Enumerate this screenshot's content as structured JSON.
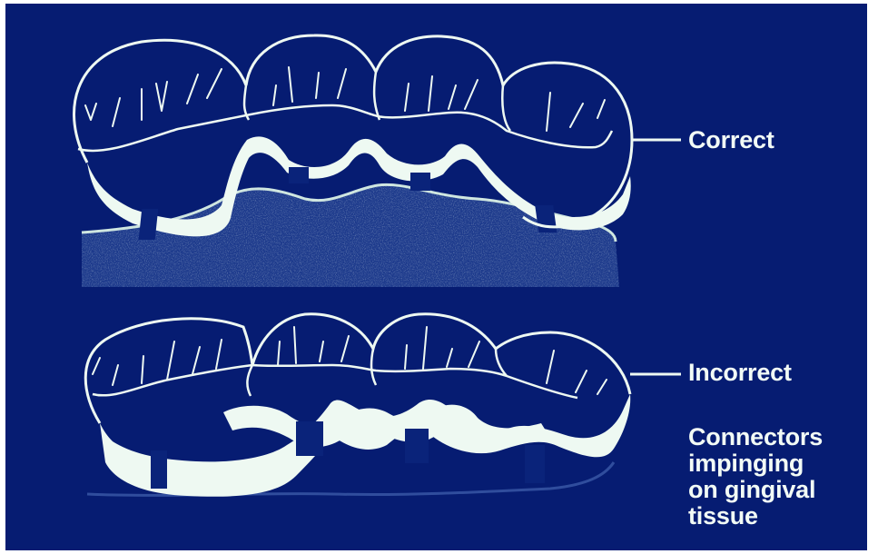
{
  "labels": {
    "correct": "Correct",
    "incorrect": "Incorrect",
    "note_lines": [
      "Connectors",
      "impinging",
      "on gingival",
      "tissue"
    ]
  },
  "colors": {
    "background": "#061c72",
    "outline": "#eef9f2",
    "text": "#f2fbf6"
  }
}
